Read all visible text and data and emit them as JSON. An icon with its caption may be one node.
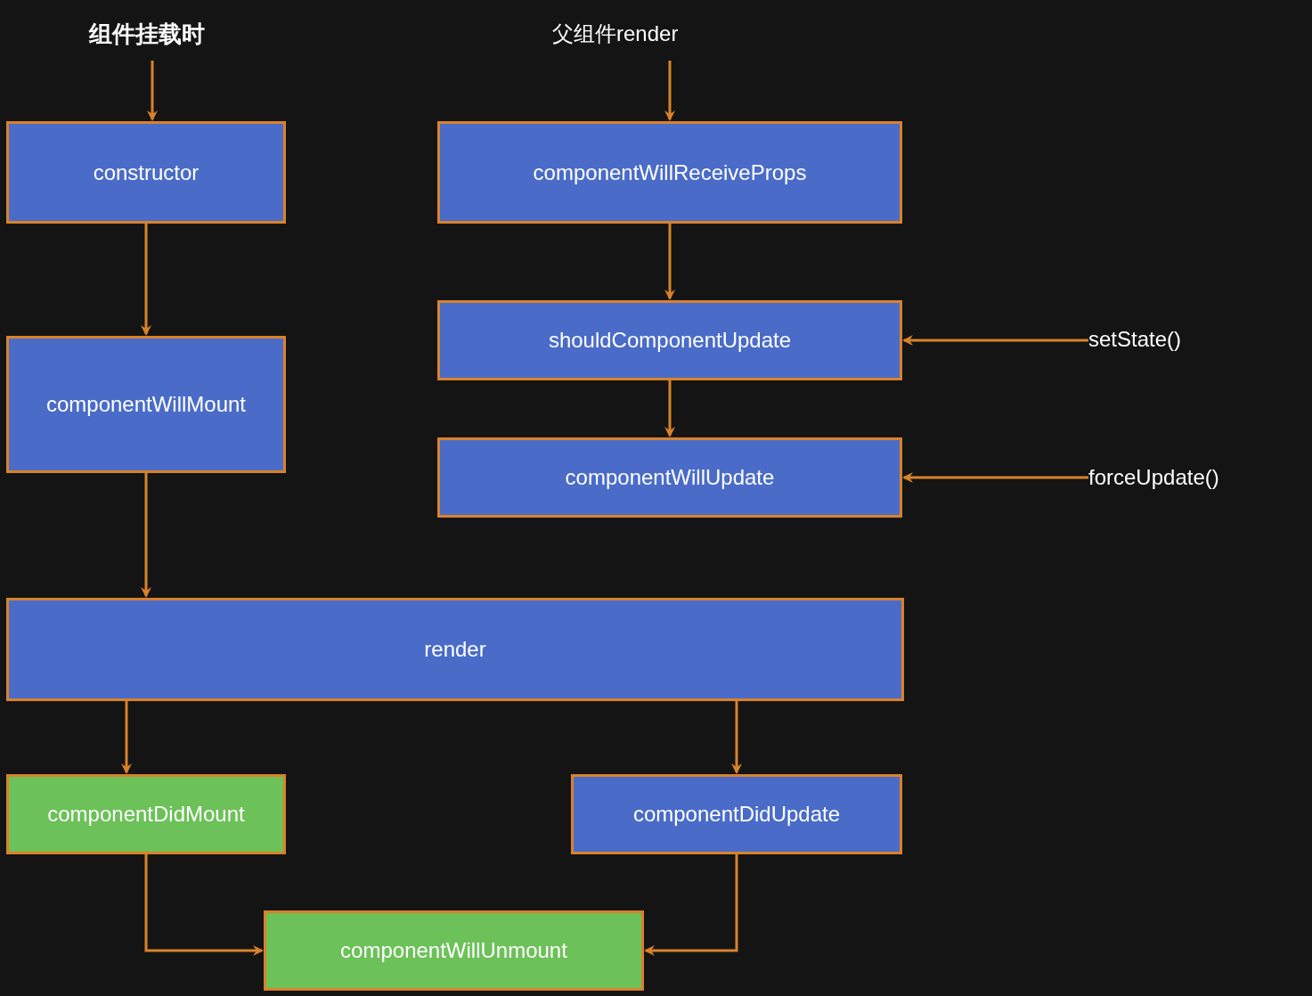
{
  "diagram": {
    "nodes": [
      {
        "text": [
          "组件挂载时"
        ]
      },
      {
        "text": [
          "父组件render"
        ]
      },
      {
        "text": [
          "constructor"
        ]
      },
      {
        "text": [
          "componentWillReceiveProps"
        ]
      },
      {
        "text": [
          "componentWillMount"
        ]
      },
      {
        "text": [
          "shouldComponentUpdate"
        ]
      },
      {
        "text": [
          "setState()"
        ]
      },
      {
        "text": [
          "componentWillUpdate"
        ]
      },
      {
        "text": [
          "forceUpdate()"
        ]
      },
      {
        "text": [
          "render"
        ]
      },
      {
        "text": [
          "componentDidMount"
        ]
      },
      {
        "text": [
          "componentDidUpdate"
        ]
      },
      {
        "text": [
          "componentWillUnmount"
        ]
      }
    ],
    "edges": [
      {
        "from": 0,
        "to": 2,
        "arrow": "to"
      },
      {
        "from": 1,
        "to": 3,
        "arrow": "to"
      },
      {
        "from": 2,
        "to": 4,
        "arrow": "to"
      },
      {
        "from": 3,
        "to": 5,
        "arrow": "to"
      },
      {
        "from": 6,
        "to": 5,
        "arrow": "to"
      },
      {
        "from": 5,
        "to": 7,
        "arrow": "to"
      },
      {
        "from": 8,
        "to": 7,
        "arrow": "to"
      },
      {
        "from": 4,
        "to": 9,
        "arrow": "to"
      },
      {
        "from": 9,
        "to": 10,
        "arrow": "to"
      },
      {
        "from": 9,
        "to": 11,
        "arrow": "to"
      },
      {
        "from": 10,
        "to": 12,
        "arrow": "to"
      },
      {
        "from": 11,
        "to": 12,
        "arrow": "to"
      }
    ]
  }
}
